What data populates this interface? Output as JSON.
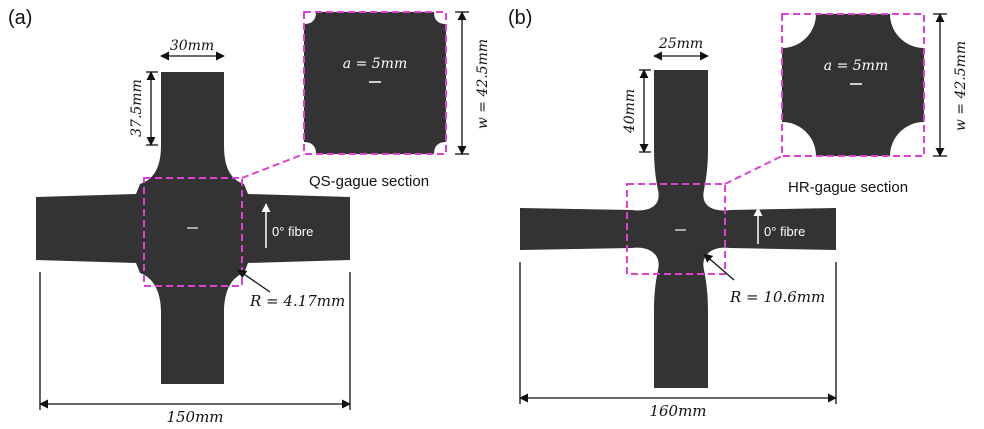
{
  "colors": {
    "specimen": "#333333",
    "highlight": "#e040d0",
    "ink": "#111111",
    "paper": "#ffffff"
  },
  "panels": [
    {
      "tag": "(a)",
      "arm_width": "30mm",
      "arm_length": "37.5mm",
      "total_length": "150mm",
      "radius": "R = 4.17mm",
      "section_label": "QS-gague section",
      "fibre_label": "0° fibre",
      "inset_a": "a = 5mm",
      "inset_w": "w = 42.5mm"
    },
    {
      "tag": "(b)",
      "arm_width": "25mm",
      "arm_length": "40mm",
      "total_length": "160mm",
      "radius": "R = 10.6mm",
      "section_label": "HR-gague section",
      "fibre_label": "0° fibre",
      "inset_a": "a = 5mm",
      "inset_w": "w = 42.5mm"
    }
  ]
}
